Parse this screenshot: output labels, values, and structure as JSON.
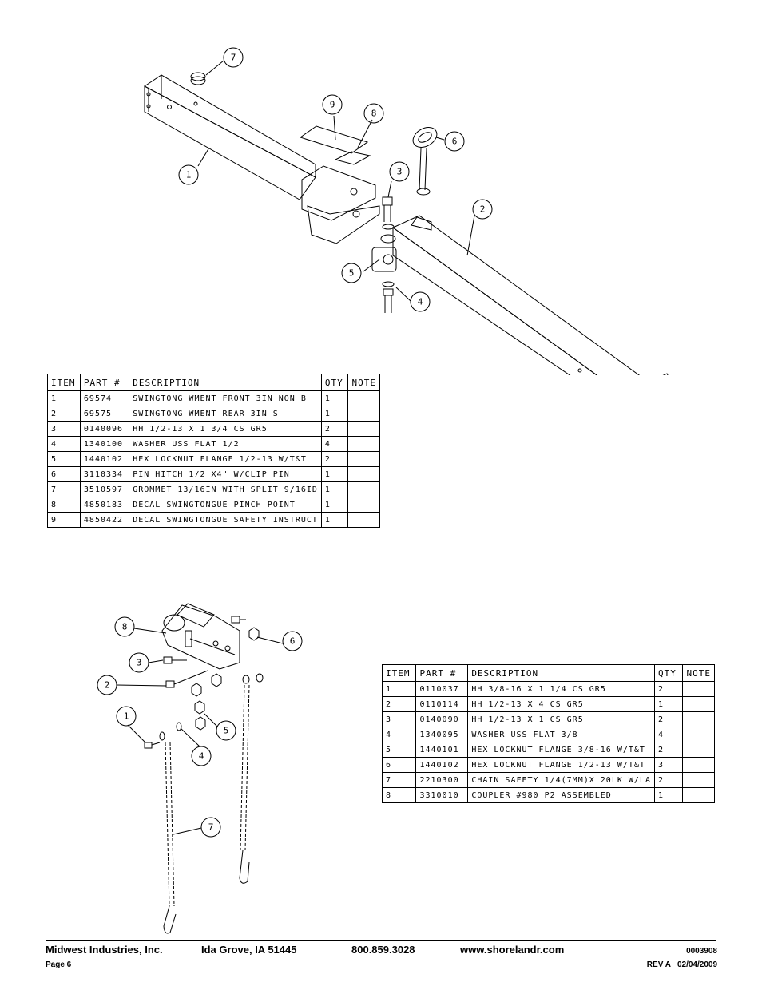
{
  "diagram1": {
    "callouts": [
      "7",
      "9",
      "8",
      "6",
      "1",
      "3",
      "2",
      "5",
      "4"
    ]
  },
  "diagram2": {
    "callouts": [
      "8",
      "6",
      "3",
      "2",
      "1",
      "5",
      "4",
      "7"
    ]
  },
  "table1": {
    "headers": {
      "item": "ITEM",
      "part": "PART #",
      "description": "DESCRIPTION",
      "qty": "QTY",
      "note": "NOTE"
    },
    "rows": [
      {
        "item": "1",
        "part": "69574",
        "description": "SWINGTONG WMENT FRONT 3IN NON B",
        "qty": "1",
        "note": ""
      },
      {
        "item": "2",
        "part": "69575",
        "description": "SWINGTONG WMENT REAR 3IN S",
        "qty": "1",
        "note": ""
      },
      {
        "item": "3",
        "part": "0140096",
        "description": "HH 1/2-13 X 1 3/4 CS GR5",
        "qty": "2",
        "note": ""
      },
      {
        "item": "4",
        "part": "1340100",
        "description": "WASHER USS FLAT 1/2",
        "qty": "4",
        "note": ""
      },
      {
        "item": "5",
        "part": "1440102",
        "description": "HEX LOCKNUT FLANGE 1/2-13 W/T&T",
        "qty": "2",
        "note": ""
      },
      {
        "item": "6",
        "part": "3110334",
        "description": "PIN HITCH 1/2 X4\" W/CLIP PIN",
        "qty": "1",
        "note": ""
      },
      {
        "item": "7",
        "part": "3510597",
        "description": "GROMMET 13/16IN WITH SPLIT 9/16ID",
        "qty": "1",
        "note": ""
      },
      {
        "item": "8",
        "part": "4850183",
        "description": "DECAL SWINGTONGUE PINCH POINT",
        "qty": "1",
        "note": ""
      },
      {
        "item": "9",
        "part": "4850422",
        "description": "DECAL SWINGTONGUE SAFETY INSTRUCT",
        "qty": "1",
        "note": ""
      }
    ]
  },
  "table2": {
    "headers": {
      "item": "ITEM",
      "part": "PART #",
      "description": "DESCRIPTION",
      "qty": "QTY",
      "note": "NOTE"
    },
    "rows": [
      {
        "item": "1",
        "part": "0110037",
        "description": "HH 3/8-16 X 1 1/4 CS GR5",
        "qty": "2",
        "note": ""
      },
      {
        "item": "2",
        "part": "0110114",
        "description": "HH 1/2-13 X 4 CS GR5",
        "qty": "1",
        "note": ""
      },
      {
        "item": "3",
        "part": "0140090",
        "description": "HH 1/2-13 X 1 CS GR5",
        "qty": "2",
        "note": ""
      },
      {
        "item": "4",
        "part": "1340095",
        "description": "WASHER USS FLAT 3/8",
        "qty": "4",
        "note": ""
      },
      {
        "item": "5",
        "part": "1440101",
        "description": "HEX LOCKNUT FLANGE 3/8-16 W/T&T",
        "qty": "2",
        "note": ""
      },
      {
        "item": "6",
        "part": "1440102",
        "description": "HEX LOCKNUT FLANGE 1/2-13 W/T&T",
        "qty": "3",
        "note": ""
      },
      {
        "item": "7",
        "part": "2210300",
        "description": "CHAIN SAFETY 1/4(7MM)X 20LK W/LA",
        "qty": "2",
        "note": ""
      },
      {
        "item": "8",
        "part": "3310010",
        "description": "COUPLER #980 P2 ASSEMBLED",
        "qty": "1",
        "note": ""
      }
    ]
  },
  "footer": {
    "company": "Midwest Industries, Inc.",
    "city": "Ida Grove, IA  51445",
    "phone": "800.859.3028",
    "website": "www.shorelandr.com",
    "doc_number": "0003908",
    "page": "Page 6",
    "revision": "REV A   02/04/2009"
  }
}
